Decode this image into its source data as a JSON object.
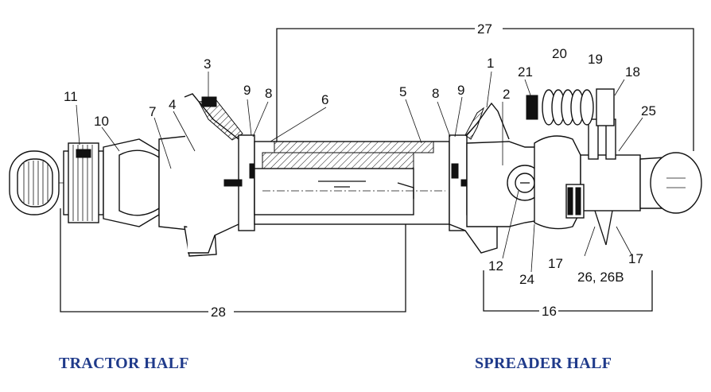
{
  "captions": {
    "left": "TRACTOR HALF",
    "right": "SPREADER HALF"
  },
  "callouts": {
    "c1": "1",
    "c2": "2",
    "c3": "3",
    "c4": "4",
    "c5": "5",
    "c6": "6",
    "c7": "7",
    "c8a": "8",
    "c8b": "8",
    "c9a": "9",
    "c9b": "9",
    "c10": "10",
    "c11": "11",
    "c12": "12",
    "c16": "16",
    "c17a": "17",
    "c17b": "17",
    "c18": "18",
    "c19": "19",
    "c20": "20",
    "c21": "21",
    "c24": "24",
    "c25": "25",
    "c26": "26, 26B",
    "c27": "27",
    "c28": "28"
  },
  "colors": {
    "caption": "#1f3a8a",
    "line": "#111111",
    "background": "#ffffff"
  }
}
